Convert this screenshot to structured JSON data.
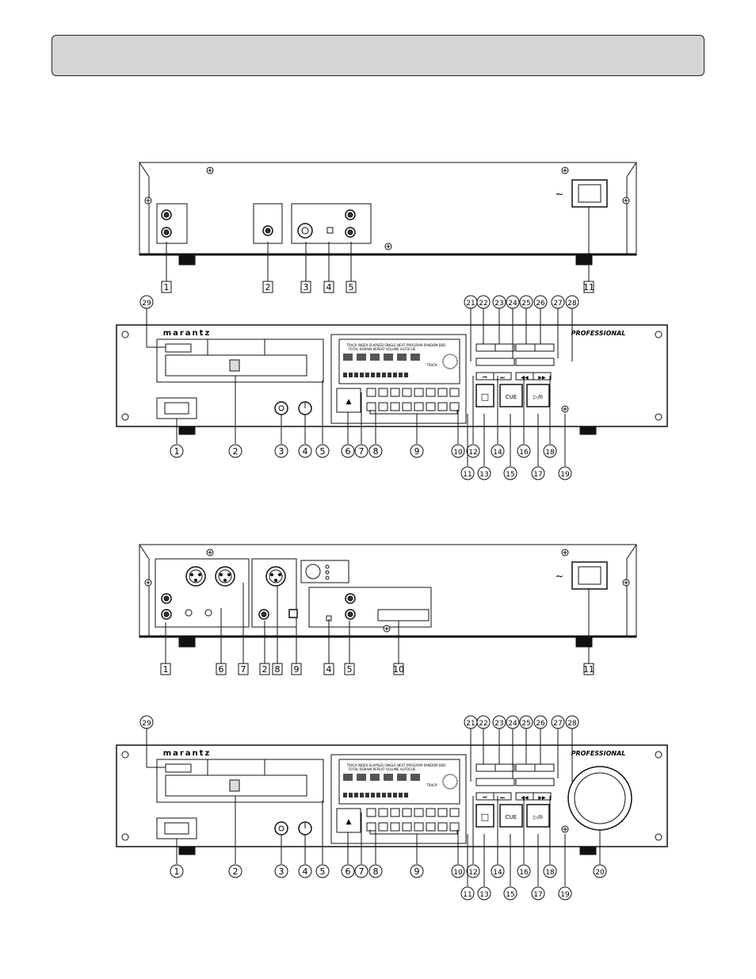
{
  "page": {
    "header_bar_text": ""
  },
  "brand": {
    "logo": "marantz",
    "professional": "PROFESSIONAL"
  },
  "display_labels": {
    "line1": "TRACK   INDEX   ELAPSED  SINGLE   NEXT  PROGRAM RANDOM END",
    "line2": "TOTAL   REMAIN REPEAT  VOLUME  AUTOCUE",
    "track": "TRACK"
  },
  "buttons": {
    "cue": "CUE",
    "eject": "▲",
    "stop": "□",
    "play_pause": "▷/II",
    "skip_back": "⏮",
    "skip_fwd": "⏭",
    "search_back": "◀◀",
    "search_fwd": "▶▶",
    "ac_symbol": "~"
  },
  "fig1_rear": {
    "callouts": [
      "1",
      "2",
      "3",
      "4",
      "5",
      "11"
    ]
  },
  "fig1_front": {
    "callouts_top": [
      "29",
      "21",
      "22",
      "23",
      "24",
      "25",
      "26",
      "27",
      "28"
    ],
    "callouts_bottom_row1": [
      "1",
      "2",
      "3",
      "4",
      "5",
      "6",
      "7",
      "8",
      "9",
      "10",
      "12",
      "14",
      "16",
      "18"
    ],
    "callouts_bottom_row2": [
      "11",
      "13",
      "15",
      "17",
      "19"
    ]
  },
  "fig2_rear": {
    "callouts": [
      "1",
      "6",
      "7",
      "2",
      "8",
      "9",
      "4",
      "5",
      "10",
      "11"
    ]
  },
  "fig2_front": {
    "callouts_top": [
      "29",
      "21",
      "22",
      "23",
      "24",
      "25",
      "26",
      "27",
      "28"
    ],
    "callouts_bottom_row1": [
      "1",
      "2",
      "3",
      "4",
      "5",
      "6",
      "7",
      "8",
      "9",
      "10",
      "12",
      "14",
      "16",
      "18",
      "20"
    ],
    "callouts_bottom_row2": [
      "11",
      "13",
      "15",
      "17",
      "19"
    ]
  }
}
